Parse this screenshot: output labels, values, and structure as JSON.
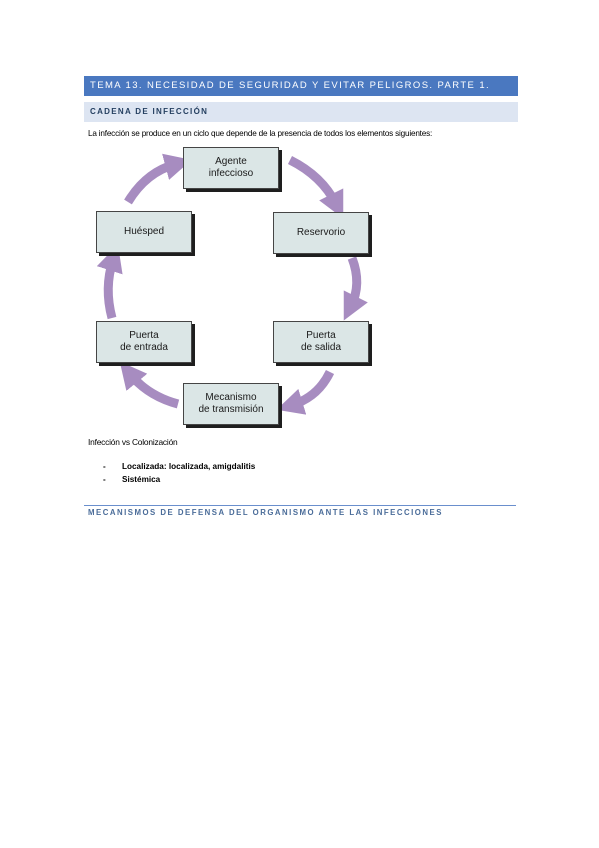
{
  "header": {
    "banner_title": "TEMA 13. NECESIDAD DE SEGURIDAD Y EVITAR PELIGROS. PARTE 1.",
    "section_title": "CADENA DE INFECCIÓN"
  },
  "intro_text": "La infección se produce en un ciclo que depende de la presencia de todos los elementos siguientes:",
  "diagram": {
    "nodes": [
      {
        "label": "Agente\ninfeccioso"
      },
      {
        "label": "Reservorio"
      },
      {
        "label": "Puerta\nde salida"
      },
      {
        "label": "Mecanismo\nde transmisión"
      },
      {
        "label": "Puerta\nde entrada"
      },
      {
        "label": "Huésped"
      }
    ],
    "arrow_color": "#a78cc0",
    "box_fill": "#dbe6e6"
  },
  "subtitle": "Infección vs Colonización",
  "bullets": [
    {
      "dash": "-",
      "text": "Localizada: localizada, amigdalitis"
    },
    {
      "dash": "-",
      "text": "Sistémica"
    }
  ],
  "next_section_title": "MECANISMOS DE DEFENSA DEL ORGANISMO ANTE LAS INFECCIONES",
  "colors": {
    "banner": "#4a78c0",
    "section_band": "#dde5f2",
    "section2_text": "#4a6c99"
  }
}
